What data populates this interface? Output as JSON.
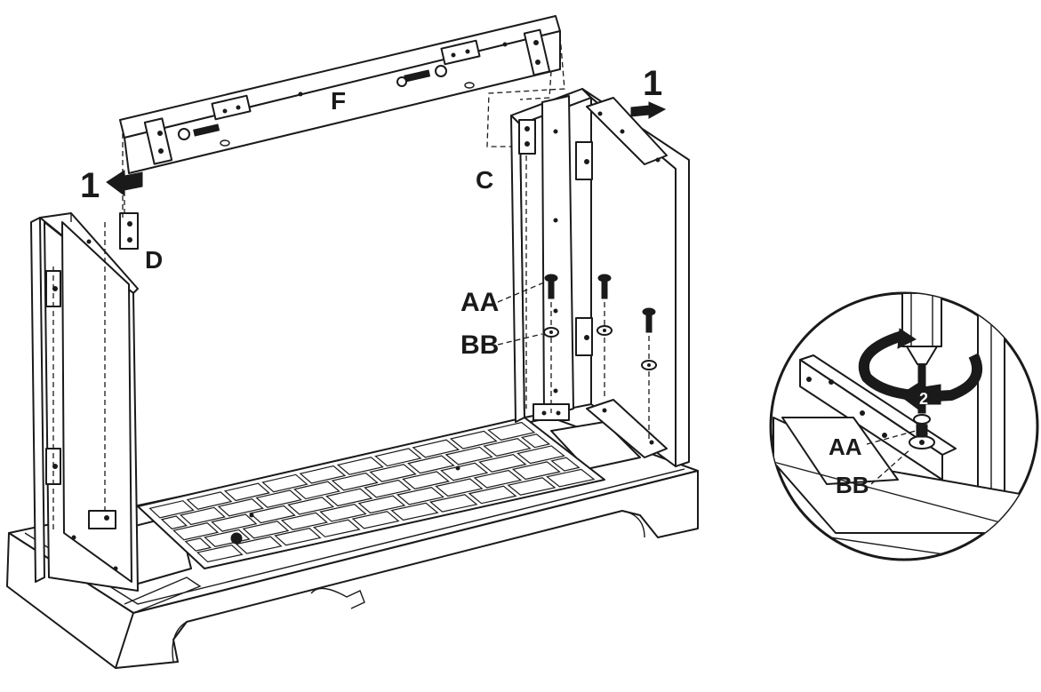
{
  "labels": {
    "panel_f": "F",
    "panel_c": "C",
    "panel_d": "D",
    "screw_aa": "AA",
    "washer_bb": "BB",
    "step_left": "1",
    "step_right": "1",
    "inset_screw_aa": "AA",
    "inset_washer_bb": "BB",
    "inset_step": "2"
  },
  "icons": {
    "push_arrow": "arrow-left-icon",
    "push_arrow_right": "arrow-right-icon",
    "rotate": "rotate-clockwise-icon",
    "screwdriver": "screwdriver-icon"
  },
  "colors": {
    "line": "#1a1a1a",
    "background": "#ffffff"
  }
}
